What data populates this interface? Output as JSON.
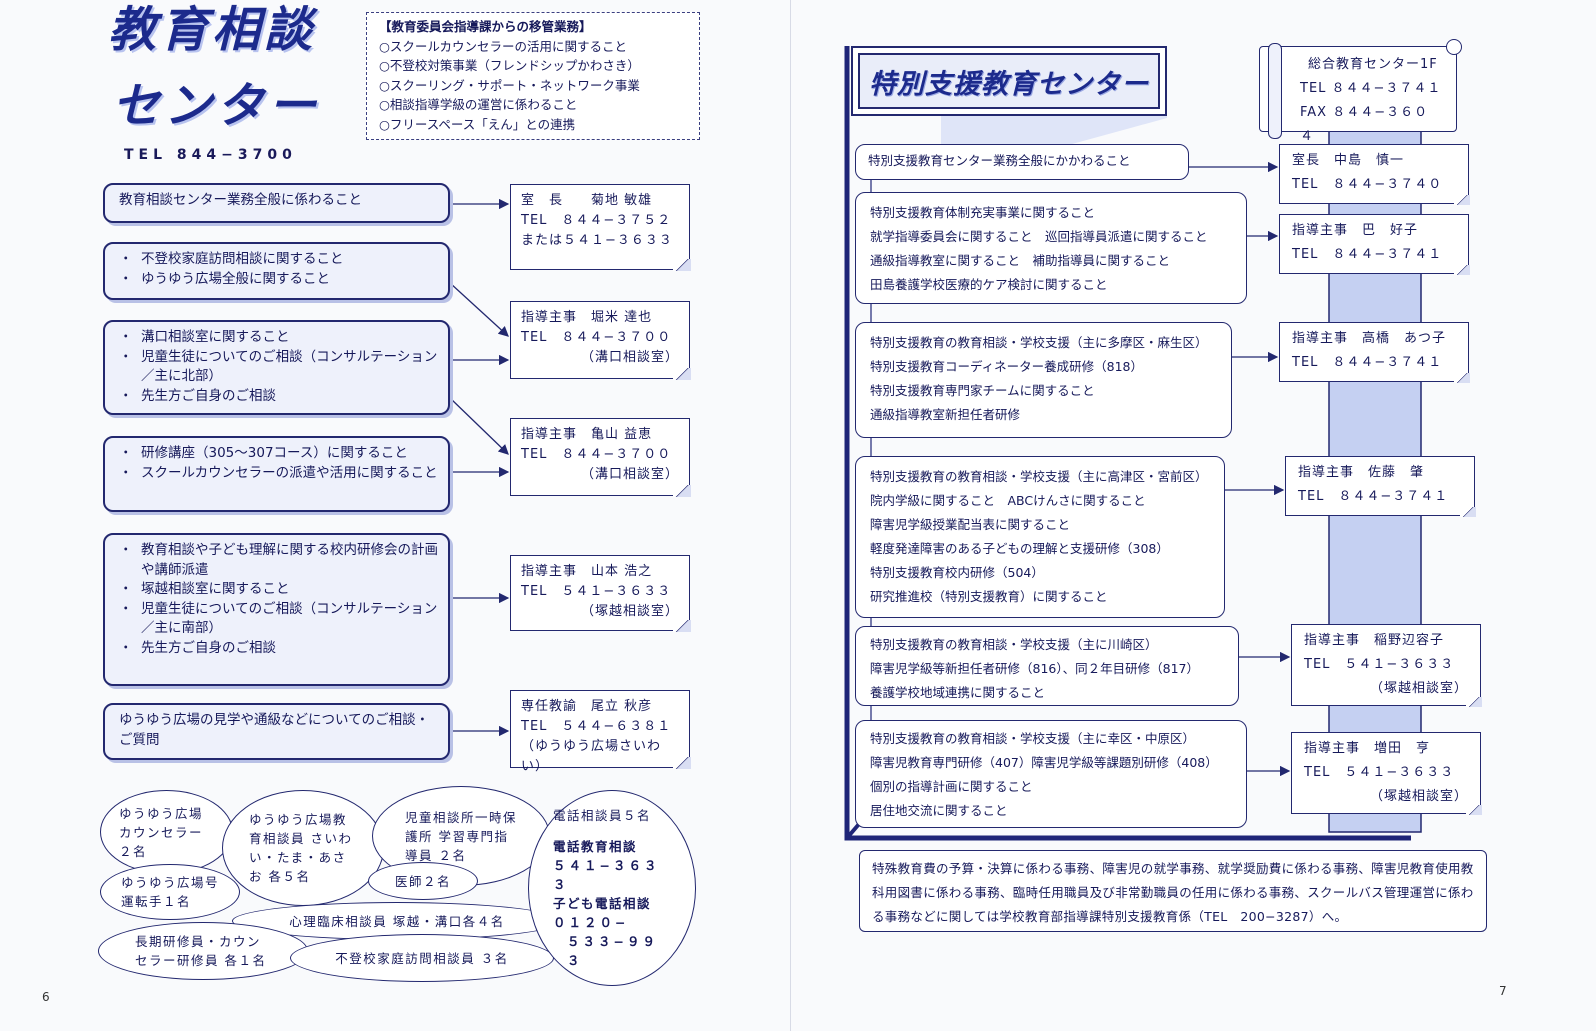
{
  "left": {
    "title_line1": "教育相談",
    "title_line2": "センター",
    "tel": "TEL 844−3700",
    "transfer": {
      "heading": "【教育委員会指導課からの移管業務】",
      "items": [
        "○スクールカウンセラーの活用に関すること",
        "○不登校対策事業（フレンドシップかわさき）",
        "○スクーリング・サポート・ネットワーク事業",
        "○相談指導学級の運営に係わること",
        "○フリースペース「えん」との連携"
      ]
    },
    "duties": [
      {
        "lines": [
          "教育相談センター業務全般に係わること"
        ]
      },
      {
        "items": [
          "不登校家庭訪問相談に関すること",
          "ゆうゆう広場全般に関すること"
        ]
      },
      {
        "items": [
          "溝口相談室に関すること",
          "児童生徒についてのご相談（コンサルテーション／主に北部）",
          "先生方ご自身のご相談"
        ]
      },
      {
        "items": [
          "研修講座（305〜307コース）に関すること",
          "スクールカウンセラーの派遣や活用に関すること"
        ]
      },
      {
        "items": [
          "教育相談や子ども理解に関する校内研修会の計画や講師派遣",
          "塚越相談室に関すること",
          "児童生徒についてのご相談（コンサルテーション／主に南部）",
          "先生方ご自身のご相談"
        ]
      },
      {
        "lines": [
          "ゆうゆう広場の見学や通級などについてのご相談・ご質問"
        ]
      }
    ],
    "contacts": [
      {
        "l1": "室　長　　菊地 敏雄",
        "l2": "TEL　８４４−３７５２",
        "l3": "または５４１−３６３３"
      },
      {
        "l1": "指導主事　堀米 達也",
        "l2": "TEL　８４４−３７００",
        "l3": "（溝口相談室）"
      },
      {
        "l1": "指導主事　亀山 益恵",
        "l2": "TEL　８４４−３７００",
        "l3": "（溝口相談室）"
      },
      {
        "l1": "指導主事　山本 浩之",
        "l2": "TEL　５４１−３６３３",
        "l3": "（塚越相談室）"
      },
      {
        "l1": "専任教諭　尾立 秋彦",
        "l2": "TEL　５４４−６３８１",
        "l3": "（ゆうゆう広場さいわい）"
      }
    ],
    "staff": {
      "e1": "ゆうゆう広場カウンセラー２名",
      "e2": "ゆうゆう広場教育相談員 さいわい・たま・あさお 各５名",
      "e3": "児童相談所一時保護所 学習専門指導員 ２名",
      "e4": "医師２名",
      "e5": "ゆうゆう広場号運転手１名",
      "e6": "心理臨床相談員 塚越・溝口各４名",
      "e7": "長期研修員・カウンセラー研修員 各１名",
      "e8": "不登校家庭訪問相談員 ３名",
      "e9_a": "電話相談員５名",
      "e9_b": "電話教育相談",
      "e9_c": "５４１−３６３３",
      "e9_d": "子ども電話相談",
      "e9_e": "０１２０−",
      "e9_f": "５３３−９９３"
    },
    "page_number": "6"
  },
  "right": {
    "title": "特別支援教育センター",
    "scroll": {
      "l1": "総合教育センター1F",
      "l2": "TEL ８４４−３７４１",
      "l3": "FAX ８４４−３６０４"
    },
    "duties": [
      {
        "lines": [
          "特別支援教育センター業務全般にかかわること"
        ]
      },
      {
        "lines": [
          "特別支援教育体制充実事業に関すること",
          "就学指導委員会に関すること　巡回指導員派遣に関すること",
          "通級指導教室に関すること　補助指導員に関すること",
          "田島養護学校医療的ケア検討に関すること"
        ]
      },
      {
        "lines": [
          "特別支援教育の教育相談・学校支援（主に多摩区・麻生区）",
          "特別支援教育コーディネーター養成研修（818）",
          "特別支援教育専門家チームに関すること",
          "通級指導教室新担任者研修"
        ]
      },
      {
        "lines": [
          "特別支援教育の教育相談・学校支援（主に高津区・宮前区）",
          "院内学級に関すること　ABCけんさに関すること",
          "障害児学級授業配当表に関すること",
          "軽度発達障害のある子どもの理解と支援研修（308）",
          "特別支援教育校内研修（504）",
          "研究推進校（特別支援教育）に関すること"
        ]
      },
      {
        "lines": [
          "特別支援教育の教育相談・学校支援（主に川崎区）",
          "障害児学級等新担任者研修（816）、同２年目研修（817）",
          "養護学校地域連携に関すること"
        ]
      },
      {
        "lines": [
          "特別支援教育の教育相談・学校支援（主に幸区・中原区）",
          "障害児教育専門研修（407）障害児学級等課題別研修（408）",
          "個別の指導計画に関すること",
          "居住地交流に関すること"
        ]
      }
    ],
    "contacts": [
      {
        "l1": "室長　中島　慎一",
        "l2": "TEL　８４４−３７４０"
      },
      {
        "l1": "指導主事　巴　好子",
        "l2": "TEL　８４４−３７４１"
      },
      {
        "l1": "指導主事　高橋　あつ子",
        "l2": "TEL　８４４−３７４１"
      },
      {
        "l1": "指導主事　佐藤　肇",
        "l2": "TEL　８４４−３７４１"
      },
      {
        "l1": "指導主事　稲野辺容子",
        "l2": "TEL　５４１−３６３３",
        "l3": "（塚越相談室）"
      },
      {
        "l1": "指導主事　増田　亨",
        "l2": "TEL　５４１−３６３３",
        "l3": "（塚越相談室）"
      }
    ],
    "note": "特殊教育費の予算・決算に係わる事務、障害児の就学事務、就学奨励費に係わる事務、障害児教育使用教科用図書に係わる事務、臨時任用職員及び非常勤職員の任用に係わる事務、スクールバス管理運営に係わる事務などに関しては学校教育部指導課特別支援教育係（TEL　200−3287）へ。",
    "page_number": "7"
  }
}
